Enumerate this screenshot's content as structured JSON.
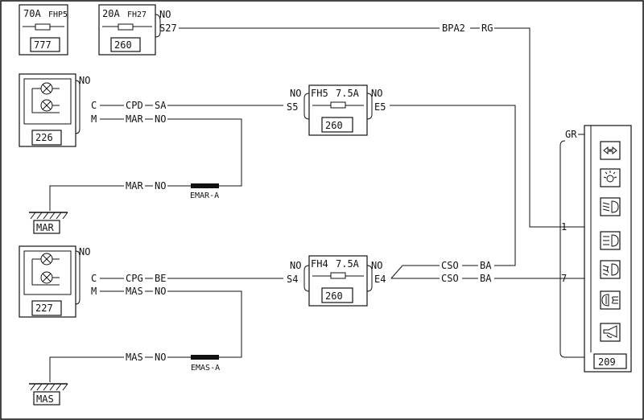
{
  "fuses": {
    "fhp5": {
      "rating": "70A",
      "name": "FHP5",
      "id": "777"
    },
    "fh27": {
      "rating": "20A",
      "name": "FH27",
      "pin_no": "NO",
      "pin_s27": "S27",
      "id": "260"
    },
    "fh5": {
      "name": "FH5",
      "rating": "7.5A",
      "pin_in_no": "NO",
      "pin_in": "S5",
      "pin_out_no": "NO",
      "pin_out": "E5",
      "id": "260"
    },
    "fh4": {
      "name": "FH4",
      "rating": "7.5A",
      "pin_in_no": "NO",
      "pin_in": "S4",
      "pin_out_no": "NO",
      "pin_out": "E4",
      "id": "260"
    }
  },
  "lamp_upper": {
    "id": "226",
    "no": "NO",
    "c": "C",
    "m": "M"
  },
  "lamp_lower": {
    "id": "227",
    "no": "NO",
    "c": "C",
    "m": "M"
  },
  "wires": {
    "bpa2": "BPA2",
    "rg": "RG",
    "cpd": "CPD",
    "sa": "SA",
    "mar_top": "MAR",
    "no_mar_top": "NO",
    "mar_bottom": "MAR",
    "no_mar_bottom": "NO",
    "cpg": "CPG",
    "be": "BE",
    "mas_top": "MAS",
    "no_mas_top": "NO",
    "mas_bottom": "MAS",
    "no_mas_bottom": "NO",
    "cso1": "CSO",
    "ba1": "BA",
    "cso2": "CSO",
    "ba2": "BA"
  },
  "splices": {
    "emar": "EMAR-A",
    "emas": "EMAS-A"
  },
  "grounds": {
    "mar": "MAR",
    "mas": "MAS"
  },
  "instrument": {
    "id": "209",
    "gr": "GR",
    "pin1": "1",
    "pin7": "7"
  },
  "icons": [
    "turn-signal-icon",
    "side-light-icon",
    "low-beam-icon",
    "high-beam-icon",
    "front-fog-icon",
    "rear-fog-icon",
    "horn-icon"
  ]
}
